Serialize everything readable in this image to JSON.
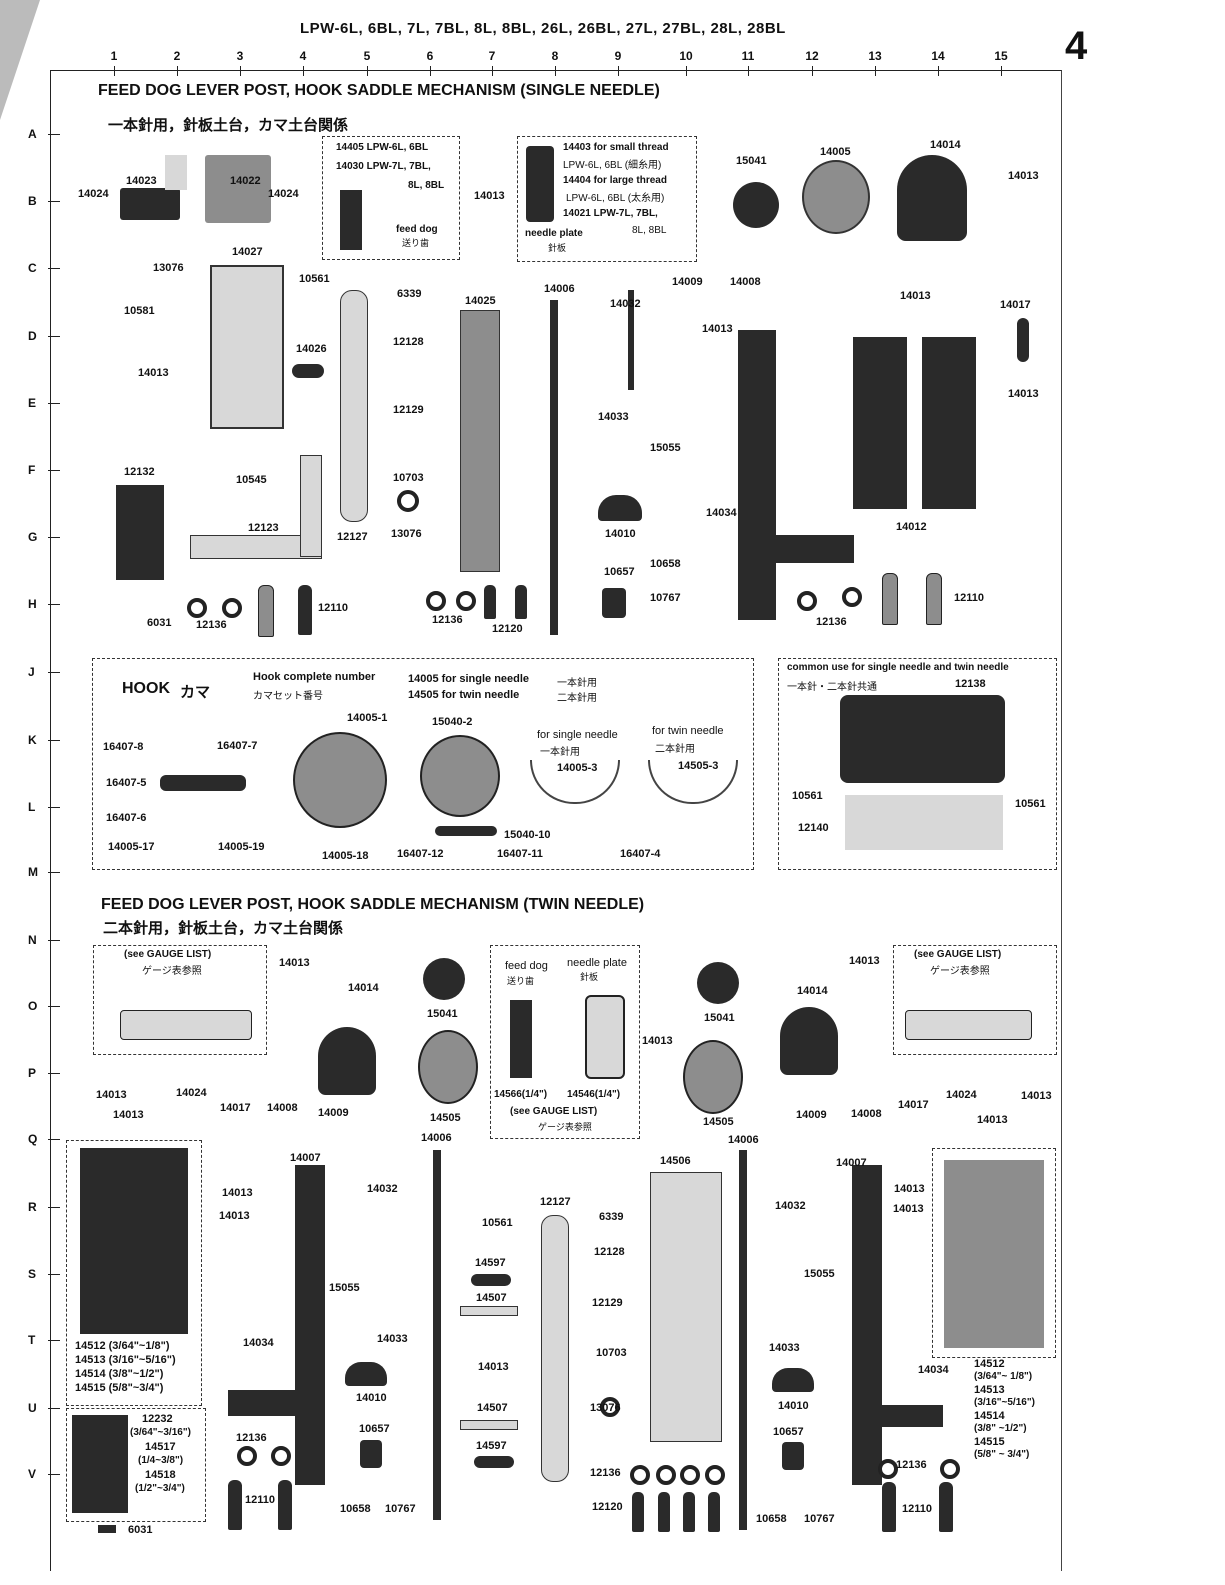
{
  "header": {
    "model_list": "LPW-6L, 6BL, 7L, 7BL, 8L, 8BL, 26L, 26BL, 27L, 27BL, 28L, 28BL",
    "page_number": "4"
  },
  "grid": {
    "columns": [
      "1",
      "2",
      "3",
      "4",
      "5",
      "6",
      "7",
      "8",
      "9",
      "10",
      "11",
      "12",
      "13",
      "14",
      "15"
    ],
    "rows": [
      "A",
      "B",
      "C",
      "D",
      "E",
      "F",
      "G",
      "H",
      "J",
      "K",
      "L",
      "M",
      "N",
      "O",
      "P",
      "Q",
      "R",
      "S",
      "T",
      "U",
      "V"
    ]
  },
  "single_section": {
    "title": "FEED DOG LEVER POST, HOOK SADDLE MECHANISM (SINGLE NEEDLE)",
    "title_jp": "一本針用，針板土台，カマ土台関係",
    "feed_dog_box": {
      "l1": "14405 LPW-6L, 6BL",
      "l2": "14030 LPW-7L, 7BL,",
      "l3": "8L, 8BL",
      "cap": "feed dog",
      "cap_jp": "送り歯"
    },
    "needle_plate_box": {
      "l1": "14403 for small thread",
      "l2": "LPW-6L, 6BL (細糸用)",
      "l3": "14404 for large thread",
      "l4": "LPW-6L, 6BL (太糸用)",
      "l5": "14021 LPW-7L, 7BL,",
      "l6": "8L, 8BL",
      "cap": "needle plate",
      "cap_jp": "針板"
    },
    "labels": {
      "p14024a": "14024",
      "p14023": "14023",
      "p14022": "14022",
      "p14024b": "14024",
      "p14013a": "14013",
      "p15041": "15041",
      "p14005": "14005",
      "p14014": "14014",
      "p14013b": "14013",
      "p14027": "14027",
      "p13076a": "13076",
      "p10581": "10581",
      "p10561": "10561",
      "p6339": "6339",
      "p14025": "14025",
      "p14006": "14006",
      "p14032": "14032",
      "p14009": "14009",
      "p14008": "14008",
      "p14013c": "14013",
      "p14013d": "14013",
      "p14017": "14017",
      "p14013e": "14013",
      "p12128": "12128",
      "p14026": "14026",
      "p12129": "12129",
      "p14033": "14033",
      "p15055": "15055",
      "p14013f": "14013",
      "p12132": "12132",
      "p10545": "10545",
      "p10703": "10703",
      "p14010": "14010",
      "p14034": "14034",
      "p14012": "14012",
      "p12123": "12123",
      "p12127": "12127",
      "p13076b": "13076",
      "p10658": "10658",
      "p10657": "10657",
      "p10767": "10767",
      "p6031": "6031",
      "p12136a": "12136",
      "p12110a": "12110",
      "p12136b": "12136",
      "p12120": "12120",
      "p12136c": "12136",
      "p12110b": "12110"
    }
  },
  "hook_box": {
    "title": "HOOK",
    "title_jp": "カマ",
    "complete": "Hook complete number",
    "complete_jp": "カマセット番号",
    "single_line": "14005 for single needle",
    "single_jp": "一本針用",
    "twin_line": "14505 for twin needle",
    "twin_jp": "二本針用",
    "for_single": "for single needle",
    "for_single_jp": "一本針用",
    "for_twin": "for twin needle",
    "for_twin_jp": "二本針用",
    "labels": {
      "h16407_8": "16407-8",
      "h16407_7": "16407-7",
      "h16407_5": "16407-5",
      "h16407_6": "16407-6",
      "h14005_17": "14005-17",
      "h14005_19": "14005-19",
      "h14005_1": "14005-1",
      "h14005_18": "14005-18",
      "h15040_2": "15040-2",
      "h15040_10": "15040-10",
      "h16407_12": "16407-12",
      "h16407_11": "16407-11",
      "h14005_3": "14005-3",
      "h14505_3": "14505-3",
      "h16407_4": "16407-4"
    }
  },
  "common_box": {
    "title": "common use for single needle and twin needle",
    "title_jp": "一本針・二本針共通",
    "labels": {
      "c12138": "12138",
      "c10561a": "10561",
      "c10561b": "10561",
      "c12140": "12140"
    }
  },
  "twin_section": {
    "title": "FEED DOG LEVER POST, HOOK SADDLE MECHANISM (TWIN NEEDLE)",
    "title_jp": "二本針用，針板土台，カマ土台関係",
    "gauge_left": {
      "cap": "(see GAUGE LIST)",
      "cap_jp": "ゲージ表参照"
    },
    "gauge_right": {
      "cap": "(see GAUGE LIST)",
      "cap_jp": "ゲージ表参照"
    },
    "mid_box": {
      "feed": "feed dog",
      "feed_jp": "送り歯",
      "plate": "needle plate",
      "plate_jp": "針板",
      "l1": "14566(1/4\")",
      "l2": "14546(1/4\")",
      "cap": "(see GAUGE LIST)",
      "cap_jp": "ゲージ表参照"
    },
    "left_plate_list": [
      "14512 (3/64\"~1/8\")",
      "14513 (3/16\"~5/16\")",
      "14514 (3/8\"~1/2\")",
      "14515 (5/8\"~3/4\")"
    ],
    "left_small_list": [
      "12232",
      "(3/64\"~3/16\")",
      "14517",
      "(1/4~3/8\")",
      "14518",
      "(1/2\"~3/4\")"
    ],
    "right_plate_list": [
      "14512",
      "(3/64\"~ 1/8\")",
      "14513",
      "(3/16\"~5/16\")",
      "14514",
      "(3/8\" ~1/2\")",
      "14515",
      "(5/8\" ~ 3/4\")"
    ],
    "labels": {
      "t14013a": "14013",
      "t14014a": "14014",
      "t15041a": "15041",
      "t14013b": "14013",
      "t14015041b": "15041",
      "t14013c": "14013",
      "t14014b": "14014",
      "t14013d": "14013",
      "t14024a": "14024",
      "t14024b": "14024",
      "t14013e": "14013",
      "t14013f": "14013",
      "t14505a": "14505",
      "t14505b": "14505",
      "t14013g": "14013",
      "t14017a": "14017",
      "t14008a": "14008",
      "t14009a": "14009",
      "t14006a": "14006",
      "t14009b": "14009",
      "t14008b": "14008",
      "t14017b": "14017",
      "t14013h": "14013",
      "t14006b": "14006",
      "t14007a": "14007",
      "t14506": "14506",
      "t14007b": "14007",
      "t14013i": "14013",
      "t14032a": "14032",
      "t12127": "12127",
      "t14013j": "14013",
      "t14013k": "14013",
      "t6339": "6339",
      "t14032b": "14032",
      "t10561": "10561",
      "t12128": "12128",
      "t14597a": "14597",
      "t15055a": "15055",
      "t15055b": "15055",
      "t14507a": "14507",
      "t12129": "12129",
      "t14034a": "14034",
      "t14033a": "14033",
      "t14033b": "14033",
      "t14013l": "14013",
      "t10703": "10703",
      "t14034b": "14034",
      "t14010a": "14010",
      "t14507b": "14507",
      "t13076": "13076",
      "t14010b": "14010",
      "t10657a": "10657",
      "t14597b": "14597",
      "t10657b": "10657",
      "t12136a": "12136",
      "t12136b": "12136",
      "t12136c": "12136",
      "t12110a": "12110",
      "t10658a": "10658",
      "t10767a": "10767",
      "t12120": "12120",
      "t10658b": "10658",
      "t10767b": "10767",
      "t12110b": "12110",
      "t6031": "6031"
    }
  }
}
